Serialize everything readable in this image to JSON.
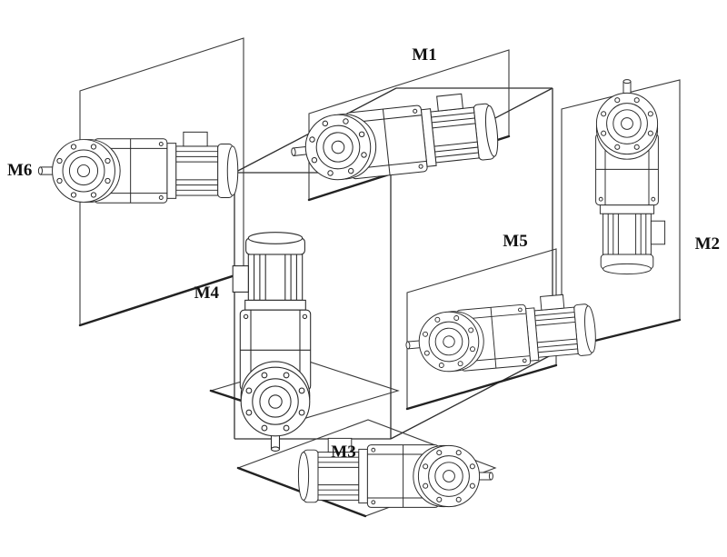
{
  "diagram": {
    "kind": "technical line drawing",
    "subject": "gearmotor mounting positions around an isometric cube",
    "colors": {
      "line": "#2a2a2a",
      "background": "#ffffff"
    },
    "motors": [
      {
        "label": "M1",
        "position": "top",
        "orientation": "horizontal, shaft toward lower-left"
      },
      {
        "label": "M2",
        "position": "right",
        "orientation": "vertical, shaft up"
      },
      {
        "label": "M3",
        "position": "bottom",
        "orientation": "horizontal, shaft toward lower-right"
      },
      {
        "label": "M4",
        "position": "front-left",
        "orientation": "vertical, shaft down"
      },
      {
        "label": "M5",
        "position": "front-right",
        "orientation": "horizontal, shaft toward lower-left"
      },
      {
        "label": "M6",
        "position": "left",
        "orientation": "horizontal, shaft toward left"
      }
    ]
  }
}
